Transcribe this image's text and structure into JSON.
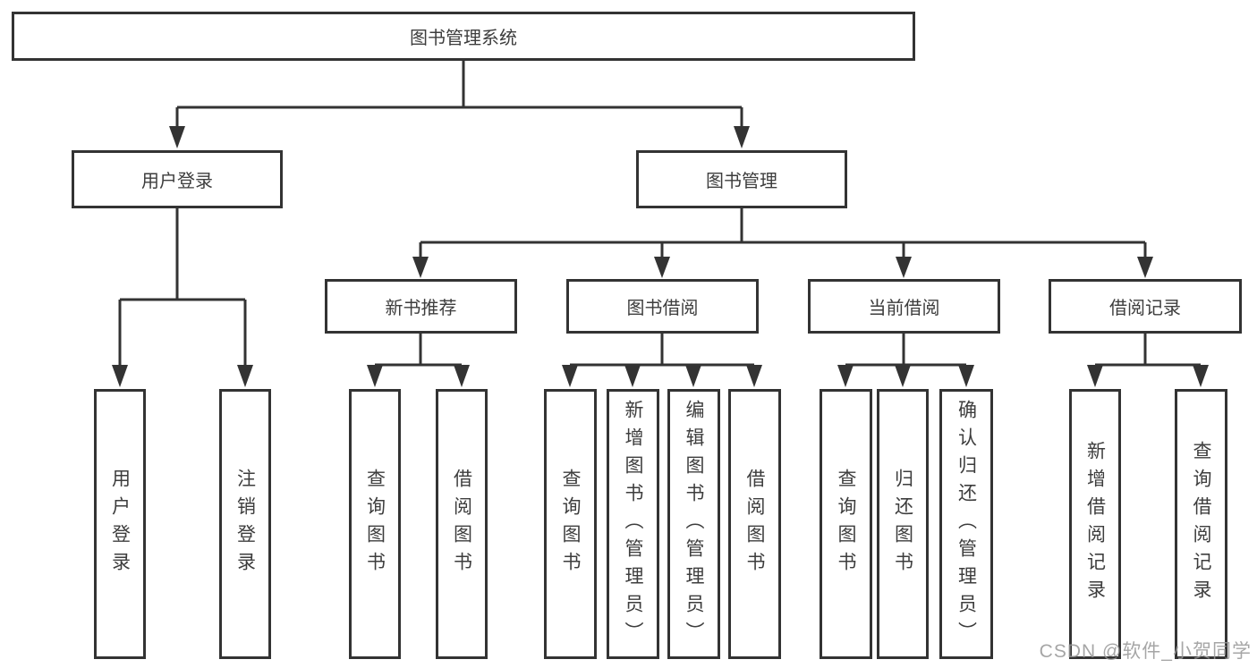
{
  "colors": {
    "line": "#333333",
    "box_border": "#333333",
    "text": "#3d3d3d",
    "background": "#ffffff",
    "watermark": "#969696"
  },
  "tree": {
    "title": "图书管理系统",
    "level1": [
      {
        "label": "用户登录",
        "children": [
          {
            "label": "用户登录"
          },
          {
            "label": "注销登录"
          }
        ]
      },
      {
        "label": "图书管理",
        "children": [
          {
            "label": "新书推荐",
            "children": [
              {
                "label": "查询图书"
              },
              {
                "label": "借阅图书"
              }
            ]
          },
          {
            "label": "图书借阅",
            "children": [
              {
                "label": "查询图书"
              },
              {
                "label": "新增图书（管理员）"
              },
              {
                "label": "编辑图书（管理员）"
              },
              {
                "label": "借阅图书"
              }
            ]
          },
          {
            "label": "当前借阅",
            "children": [
              {
                "label": "查询图书"
              },
              {
                "label": "归还图书"
              },
              {
                "label": "确认归还（管理员）"
              }
            ]
          },
          {
            "label": "借阅记录",
            "children": [
              {
                "label": "新增借阅记录"
              },
              {
                "label": "查询借阅记录"
              }
            ]
          }
        ]
      }
    ]
  },
  "watermark": {
    "text": "CSDN @软件_小贺同学"
  }
}
